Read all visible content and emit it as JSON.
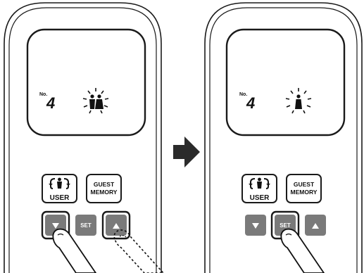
{
  "panels": [
    {
      "display": {
        "no_label": "No.",
        "digit": "4",
        "icon": "two-person-icon-blinking"
      },
      "buttons": {
        "user_label": "USER",
        "guest_line1": "GUEST",
        "guest_line2": "MEMORY",
        "down_icon": "triangle-down-icon",
        "set_label": "SET",
        "up_icon": "triangle-up-icon"
      },
      "highlighted": [
        "down",
        "up"
      ]
    },
    {
      "display": {
        "no_label": "No.",
        "digit": "4",
        "icon": "single-person-icon-blinking"
      },
      "buttons": {
        "user_label": "USER",
        "guest_line1": "GUEST",
        "guest_line2": "MEMORY",
        "down_icon": "triangle-down-icon",
        "set_label": "SET",
        "up_icon": "triangle-up-icon"
      },
      "highlighted": [
        "set"
      ]
    }
  ],
  "transition_arrow": "right-arrow-icon",
  "colors": {
    "button_gray": "#7a7a7a",
    "outline": "#1a1a1a",
    "background": "#ffffff"
  }
}
